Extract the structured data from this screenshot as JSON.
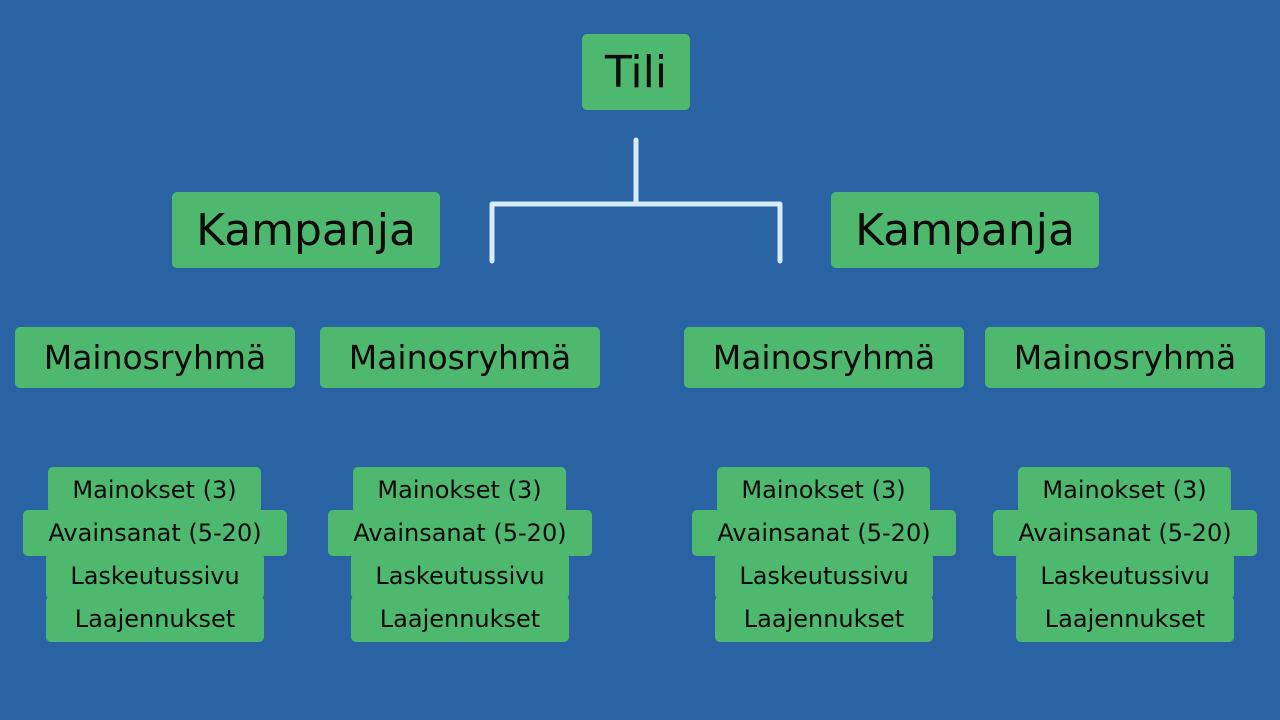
{
  "root": {
    "label": "Tili"
  },
  "campaigns": [
    {
      "label": "Kampanja"
    },
    {
      "label": "Kampanja"
    }
  ],
  "adgroups": [
    {
      "label": "Mainosryhmä"
    },
    {
      "label": "Mainosryhmä"
    },
    {
      "label": "Mainosryhmä"
    },
    {
      "label": "Mainosryhmä"
    }
  ],
  "adgroup_contents": [
    {
      "ads": "Mainokset (3)",
      "keywords": "Avainsanat (5-20)",
      "landing_page": "Laskeutussivu",
      "extensions": "Laajennukset"
    },
    {
      "ads": "Mainokset (3)",
      "keywords": "Avainsanat (5-20)",
      "landing_page": "Laskeutussivu",
      "extensions": "Laajennukset"
    },
    {
      "ads": "Mainokset (3)",
      "keywords": "Avainsanat (5-20)",
      "landing_page": "Laskeutussivu",
      "extensions": "Laajennukset"
    },
    {
      "ads": "Mainokset (3)",
      "keywords": "Avainsanat (5-20)",
      "landing_page": "Laskeutussivu",
      "extensions": "Laajennukset"
    }
  ],
  "colors": {
    "background": "#2a63a3",
    "node": "#4fb86f",
    "connector": "#d6ecfb",
    "text": "#0b0b0b"
  }
}
